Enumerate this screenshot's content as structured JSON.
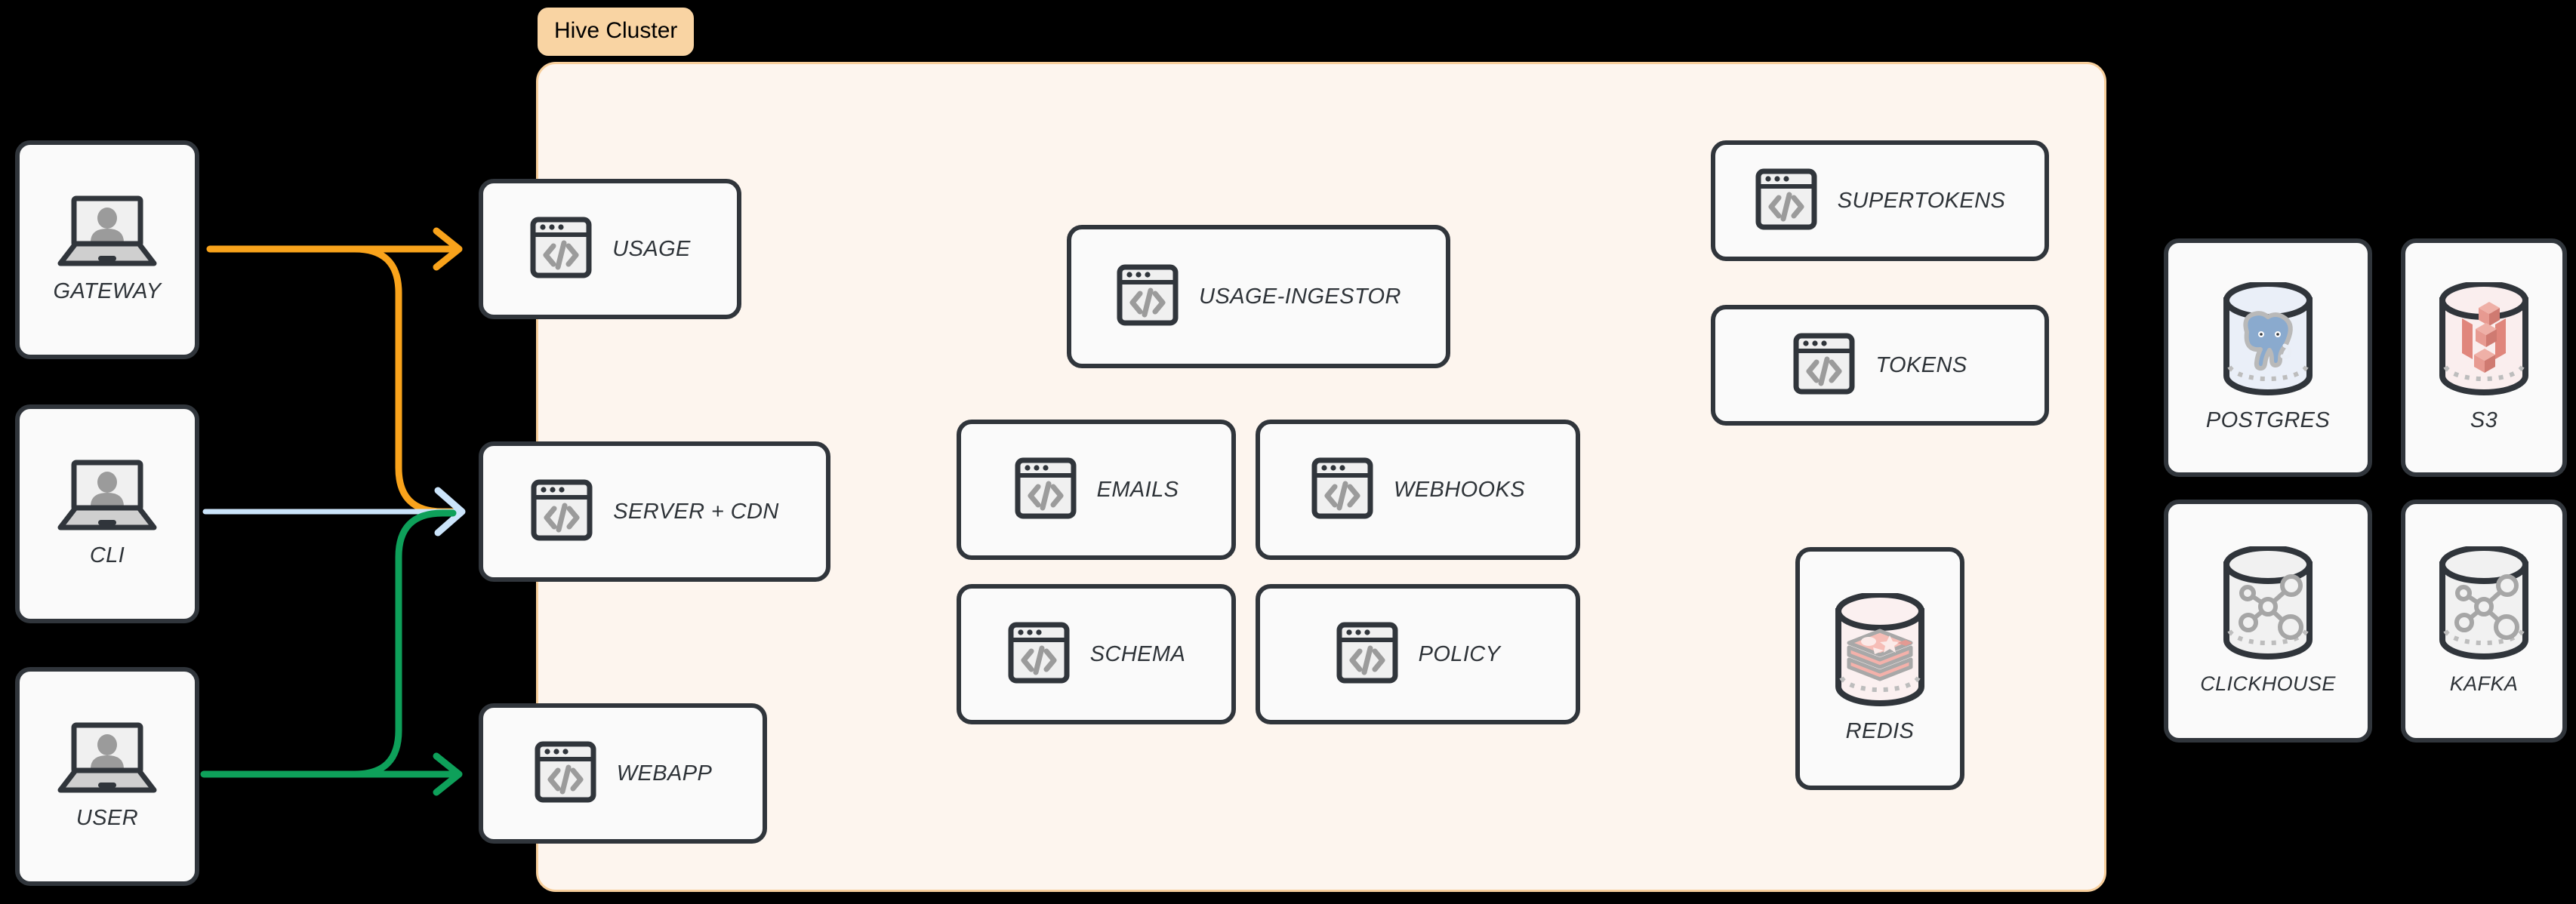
{
  "diagram": {
    "background_color": "#000000",
    "title": "Hive Cluster architecture"
  },
  "cluster": {
    "label": "Hive Cluster",
    "label_bg": "#F9D4A3",
    "panel_bg": "#FDF5EE",
    "panel_border": "#F7CE9B"
  },
  "clients": [
    {
      "label": "GATEWAY",
      "icon": "laptop-user-icon"
    },
    {
      "label": "CLI",
      "icon": "laptop-user-icon"
    },
    {
      "label": "USER",
      "icon": "laptop-user-icon"
    }
  ],
  "edge_services": [
    {
      "label": "USAGE",
      "icon": "code-window-icon"
    },
    {
      "label": "SERVER + CDN",
      "icon": "code-window-icon"
    },
    {
      "label": "WEBAPP",
      "icon": "code-window-icon"
    }
  ],
  "core_services": [
    {
      "label": "USAGE-INGESTOR",
      "icon": "code-window-icon"
    },
    {
      "label": "EMAILS",
      "icon": "code-window-icon"
    },
    {
      "label": "WEBHOOKS",
      "icon": "code-window-icon"
    },
    {
      "label": "SCHEMA",
      "icon": "code-window-icon"
    },
    {
      "label": "POLICY",
      "icon": "code-window-icon"
    }
  ],
  "auth_services": [
    {
      "label": "SUPERTOKENS",
      "icon": "code-window-icon"
    },
    {
      "label": "TOKENS",
      "icon": "code-window-icon"
    }
  ],
  "cluster_stores": [
    {
      "label": "REDIS",
      "icon": "redis-cylinder-icon",
      "accent": "#F2A9A3"
    }
  ],
  "external_stores": [
    {
      "label": "POSTGRES",
      "icon": "postgres-cylinder-icon",
      "accent": "#8AAACE"
    },
    {
      "label": "S3",
      "icon": "s3-cylinder-icon",
      "accent": "#E0867C"
    },
    {
      "label": "CLICKHOUSE",
      "icon": "network-cylinder-icon",
      "accent": "#A6A6A6"
    },
    {
      "label": "KAFKA",
      "icon": "network-cylinder-icon",
      "accent": "#A6A6A6"
    }
  ],
  "connections": [
    {
      "from": "GATEWAY",
      "to": "USAGE",
      "color": "#F9A31B"
    },
    {
      "from": "GATEWAY",
      "to": "SERVER + CDN",
      "color": "#F9A31B"
    },
    {
      "from": "CLI",
      "to": "SERVER + CDN",
      "color": "#CBE4FA"
    },
    {
      "from": "USER",
      "to": "SERVER + CDN",
      "color": "#0EA05A"
    },
    {
      "from": "USER",
      "to": "WEBAPP",
      "color": "#0EA05A"
    }
  ],
  "colors": {
    "card_fill": "#FAFAFA",
    "card_stroke": "#30353B",
    "icon_gray": "#9B9B9B",
    "text": "#2E3338",
    "orange": "#F9A31B",
    "blue": "#CBE4FA",
    "green": "#0EA05A"
  }
}
